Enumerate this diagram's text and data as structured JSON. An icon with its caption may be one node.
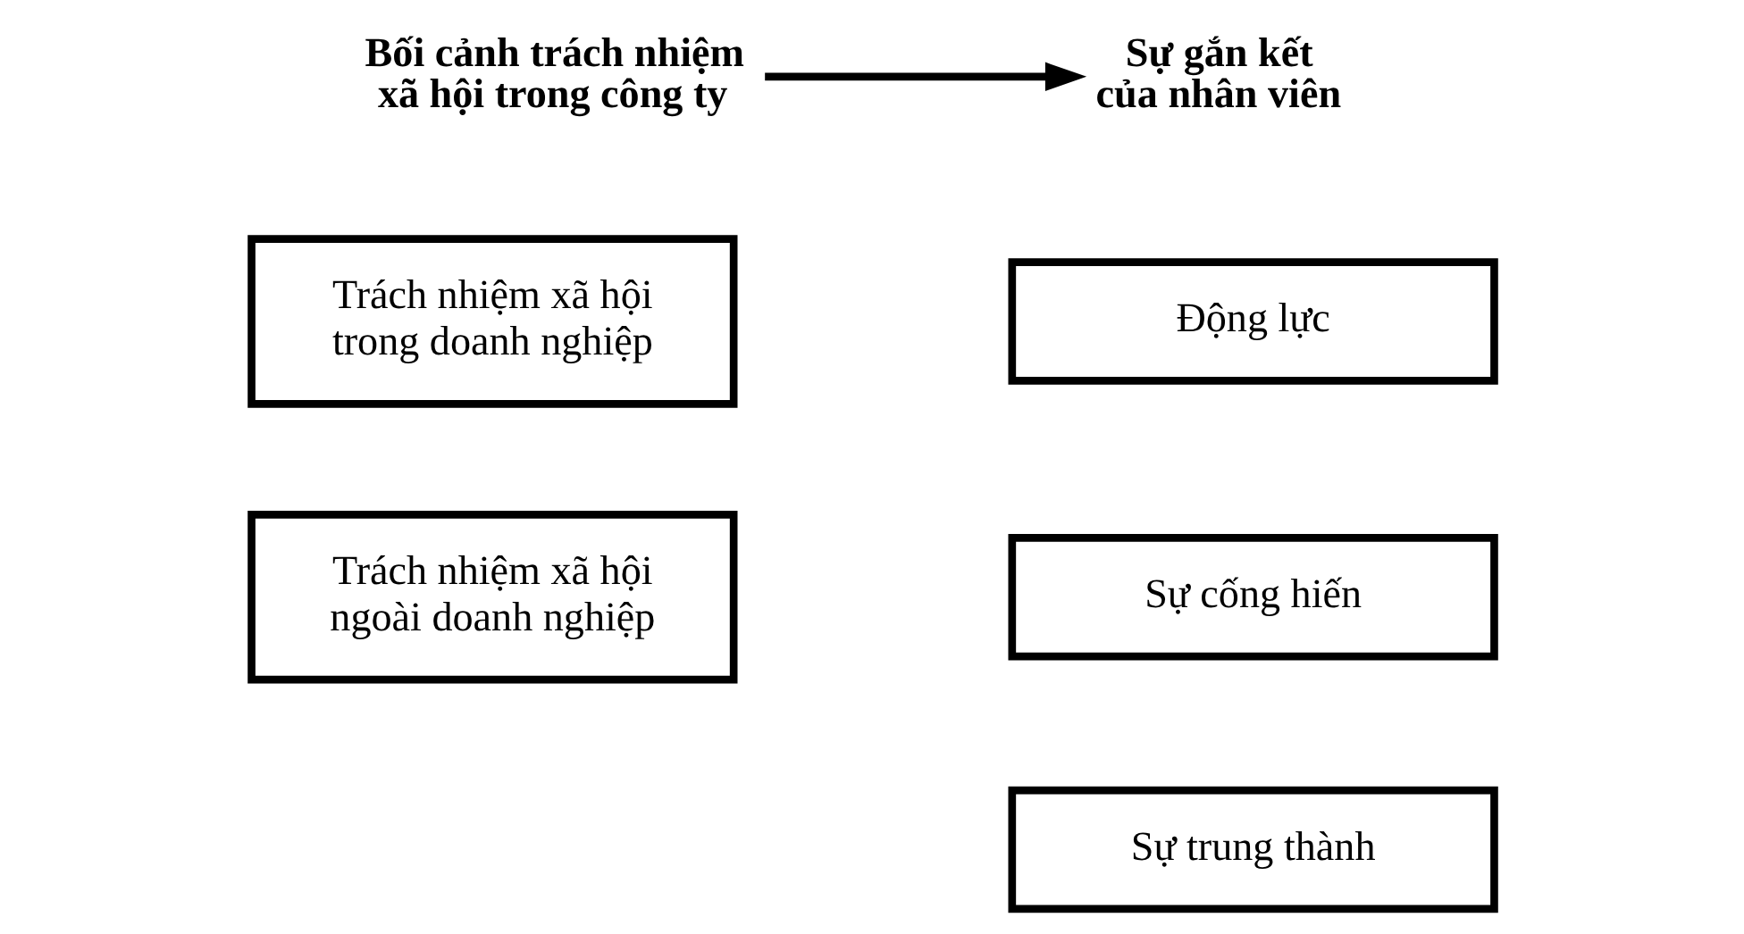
{
  "diagram": {
    "nodes": [
      {
        "text": [
          "Bối cảnh trách nhiệm xã hội trong công ty"
        ]
      },
      {
        "text": [
          "Sự gắn kết của nhân viên"
        ]
      },
      {
        "text": [
          "Trách nhiệm xã hội trong doanh nghiệp"
        ]
      },
      {
        "text": [
          "Trách nhiệm xã hội ngoài doanh nghiệp"
        ]
      },
      {
        "text": [
          "Động lực"
        ]
      },
      {
        "text": [
          "Sự cống hiến"
        ]
      },
      {
        "text": [
          "Sự trung thành"
        ]
      }
    ],
    "edges": [
      {
        "from": 0,
        "to": 1,
        "arrow": "to"
      }
    ]
  }
}
